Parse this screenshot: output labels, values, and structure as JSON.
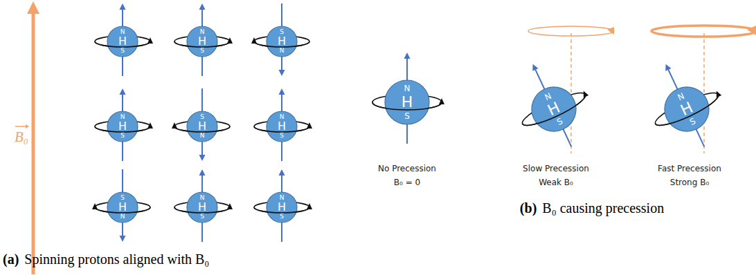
{
  "diagram": {
    "nodes": [
      {
        "text": [
          "N",
          "H",
          "S"
        ]
      },
      {
        "text": [
          "N",
          "H",
          "S"
        ]
      },
      {
        "text": [
          "S",
          "H",
          "N"
        ]
      },
      {
        "text": [
          "N",
          "H",
          "S"
        ]
      },
      {
        "text": [
          "S",
          "H",
          "N"
        ]
      },
      {
        "text": [
          "N",
          "H",
          "S"
        ]
      },
      {
        "text": [
          "S",
          "H",
          "N"
        ]
      },
      {
        "text": [
          "N",
          "H",
          "S"
        ]
      },
      {
        "text": [
          "N",
          "H",
          "S"
        ]
      },
      {
        "text": [
          "N",
          "H",
          "S"
        ]
      },
      {
        "text": [
          "N",
          "H",
          "S"
        ]
      },
      {
        "text": [
          "N",
          "H",
          "S"
        ]
      }
    ],
    "labels": [
      "B₀",
      "(a)",
      "Spinning protons aligned with B₀",
      "No Precession",
      "B₀ = 0",
      "Slow Precession",
      "Weak B₀",
      "Fast Precession",
      "Strong B₀",
      "(b)",
      "B₀ causing precession"
    ]
  }
}
